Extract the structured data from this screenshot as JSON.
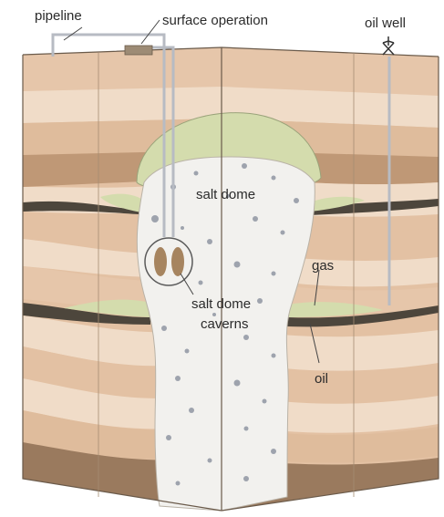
{
  "labels": {
    "pipeline": "pipeline",
    "surface_operation": "surface operation",
    "oil_well": "oil well",
    "salt_dome": "salt dome",
    "salt_dome_caverns_line1": "salt dome",
    "salt_dome_caverns_line2": "caverns",
    "gas": "gas",
    "oil": "oil"
  },
  "colors": {
    "strata_light": "#f0dcc8",
    "strata_mid": "#e3c1a3",
    "strata_dark": "#c9a07f",
    "strata_deep": "#9a7a5e",
    "gas_zone": "#d4dcad",
    "oil_band": "#4d463c",
    "salt": "#f2f1ee",
    "salt_speckle": "#9ea3ad",
    "cavern": "#a6845f",
    "pipe": "#b7bbc3",
    "outline": "#6a5a4a"
  }
}
